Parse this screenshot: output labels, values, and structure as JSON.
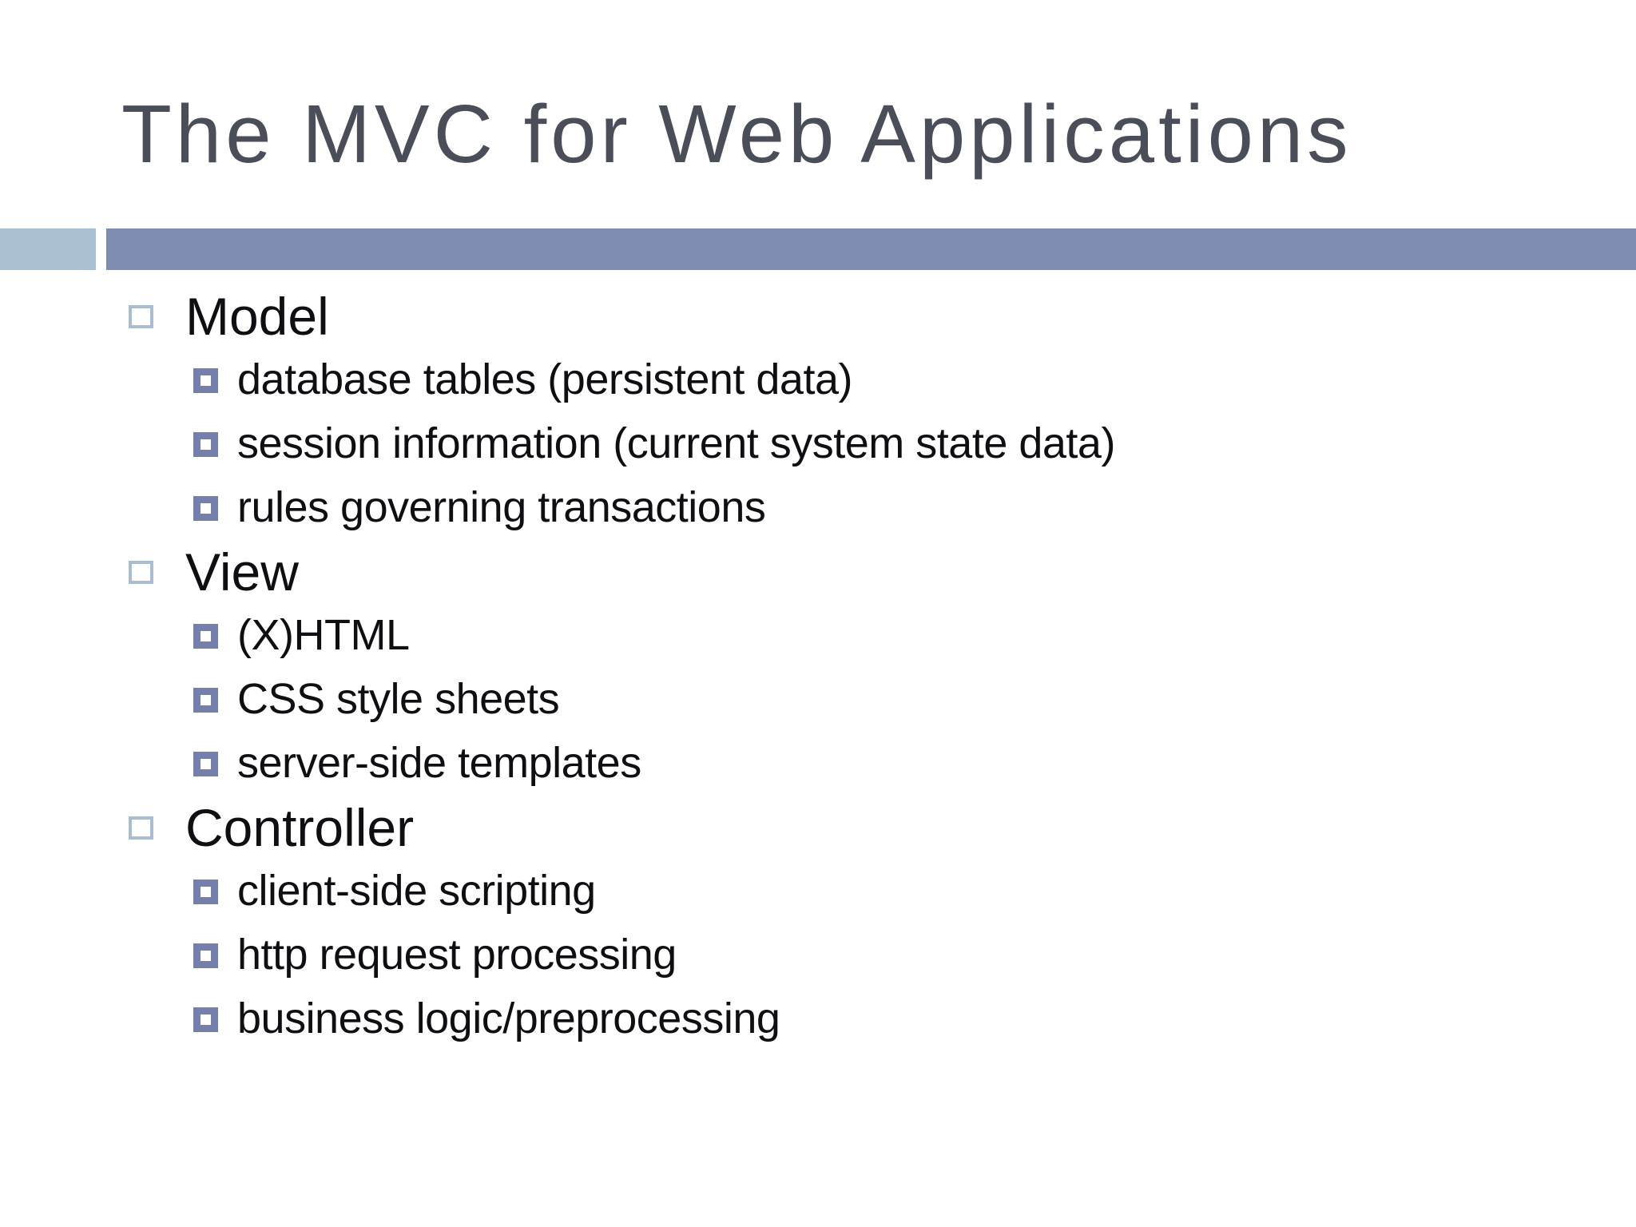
{
  "slide": {
    "title": "The MVC for Web Applications",
    "bullets": [
      {
        "label": "Model",
        "children": [
          "database tables (persistent data)",
          "session information (current system state data)",
          "rules governing transactions"
        ]
      },
      {
        "label": "View",
        "children": [
          "(X)HTML",
          "CSS style sheets",
          "server-side templates"
        ]
      },
      {
        "label": "Controller",
        "children": [
          "client-side scripting",
          "http request processing",
          "business logic/preprocessing"
        ]
      }
    ]
  },
  "colors": {
    "title": "#4a4e59",
    "text": "#0e0f12",
    "accent": "#7d8cb0",
    "accentLight": "#aac1d3",
    "bulletOutline": "#a9bdd1",
    "bulletFill": "#7480ab",
    "background": "#ffffff"
  }
}
